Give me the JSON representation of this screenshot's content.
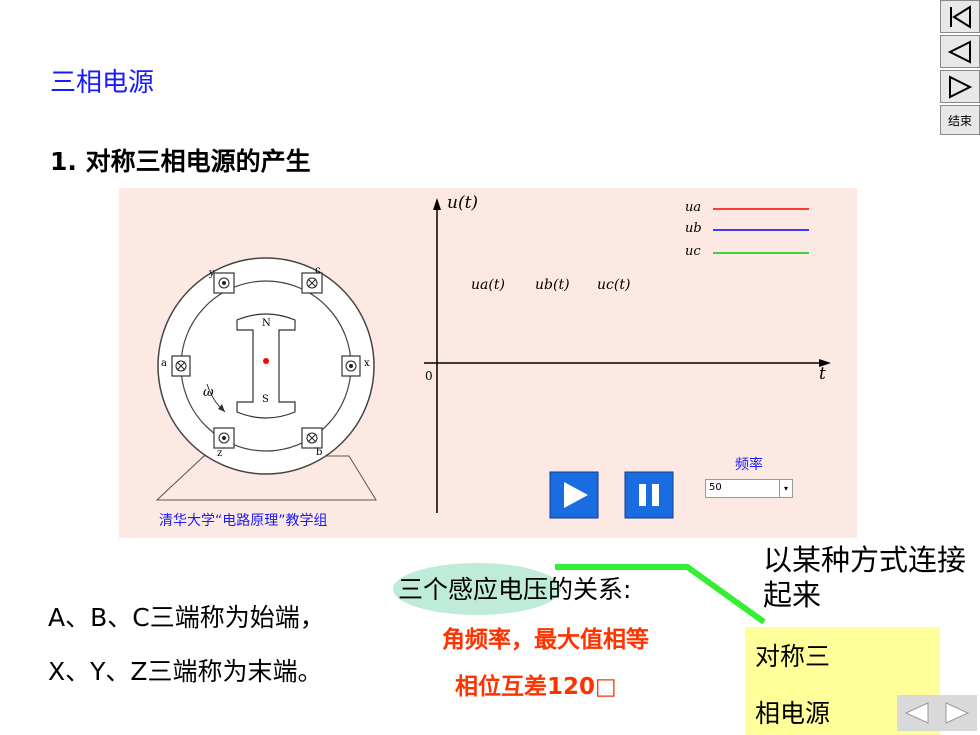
{
  "title": "三相电源",
  "subtitle": "1. 对称三相电源的产生",
  "nav": {
    "end_label": "结束"
  },
  "sim": {
    "yaxis_label": "u(t)",
    "xaxis_label": "t",
    "origin_label": "0",
    "legend": [
      {
        "name": "ua",
        "color": "#ff0000"
      },
      {
        "name": "ub",
        "color": "#0000ff"
      },
      {
        "name": "uc",
        "color": "#00cc00"
      }
    ],
    "voltage_labels": [
      "ua(t)",
      "ub(t)",
      "uc(t)"
    ],
    "motor_labels": {
      "a": "a",
      "b": "b",
      "c": "c",
      "x": "x",
      "y": "y",
      "z": "z",
      "N": "N",
      "S": "S",
      "omega": "ω"
    },
    "credit": "清华大学“电路原理”教学组",
    "frequency_label": "频率",
    "frequency_value": "50"
  },
  "bottom": {
    "line1": "A、B、C三端称为始端，",
    "line2": "X、Y、Z三端称为末端。",
    "relation": "三个感应电压的关系:",
    "point1": "角频率，最大值相等",
    "point2": "相位互差120□",
    "callout": "以某种方式连接起来",
    "box_line1": "对称三",
    "box_line2": "相电源"
  },
  "colors": {
    "title": "#1a1aff",
    "emphasis": "#ff3300",
    "play_button": "#1a6de0",
    "sim_bg": "#fde9e3"
  }
}
